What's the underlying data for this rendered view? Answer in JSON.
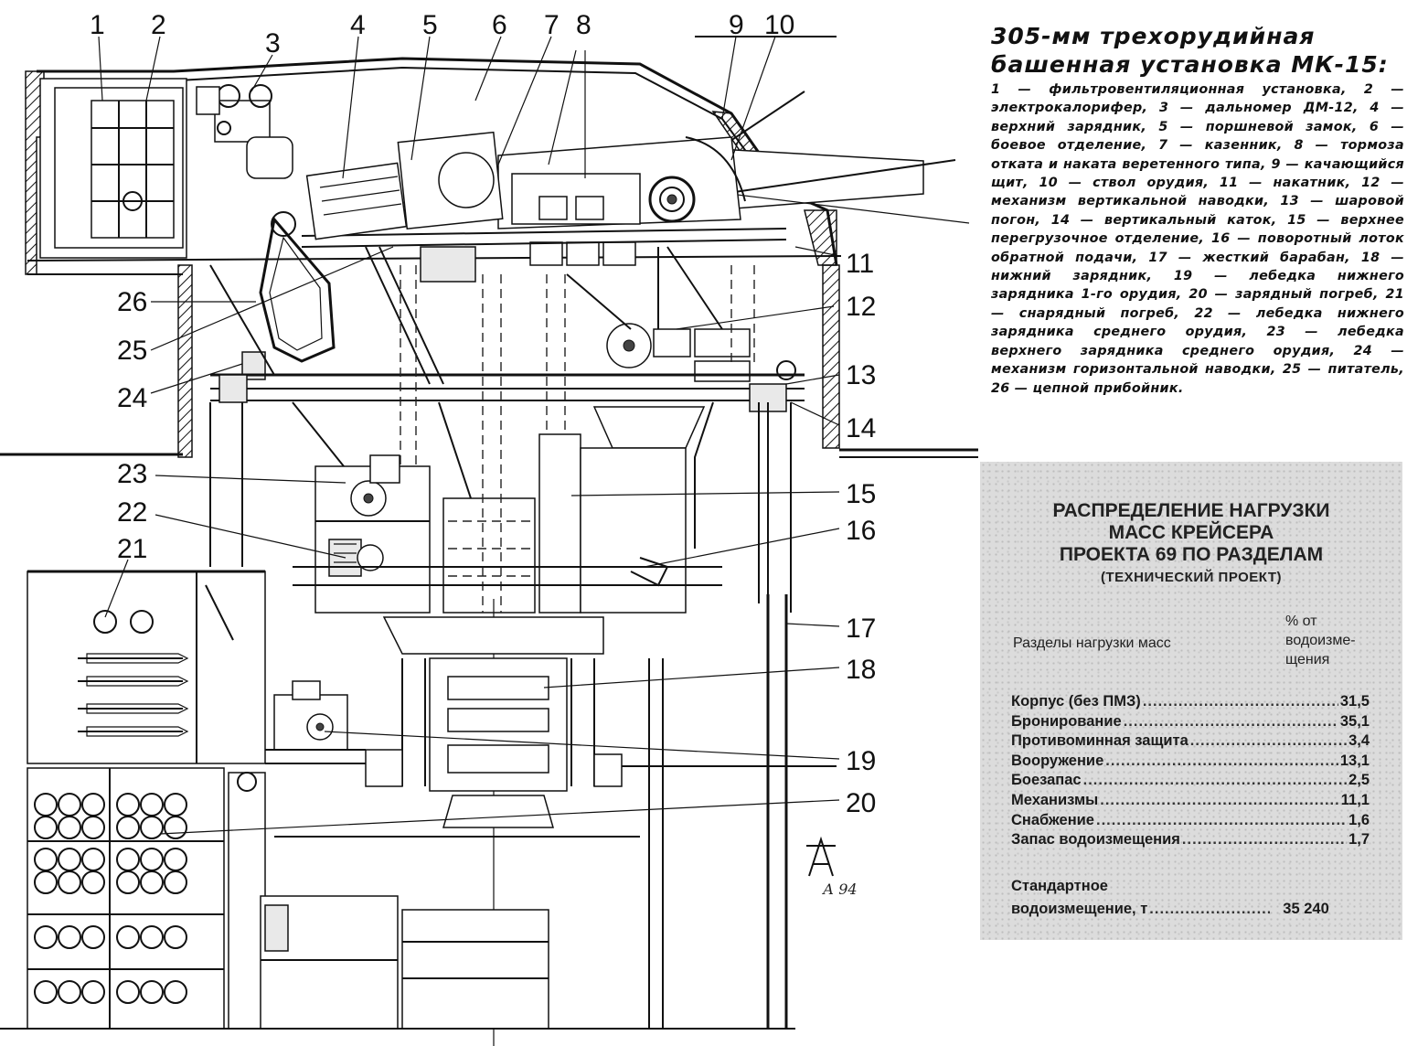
{
  "diagram": {
    "callouts": [
      "1",
      "2",
      "3",
      "4",
      "5",
      "6",
      "7",
      "8",
      "9",
      "10",
      "11",
      "12",
      "13",
      "14",
      "15",
      "16",
      "17",
      "18",
      "19",
      "20",
      "21",
      "22",
      "23",
      "24",
      "25",
      "26"
    ],
    "signature": "А 94"
  },
  "caption": {
    "title_line1": "305-мм трехорудийная",
    "title_line2": "башенная установка МК-15:",
    "text": "1 — фильтровентиляционная установка, 2 — электрокалорифер, 3 — дальномер ДМ-12, 4 — верхний зарядник, 5 — поршневой замок, 6 — боевое отделение, 7 — казенник, 8 — тормоза отката и наката веретенного типа, 9 — качающийся щит, 10 — ствол орудия, 11 — накатник, 12 — механизм вертикальной наводки, 13 — шаровой погон, 14 — вертикальный каток, 15 — верхнее перегрузочное отделение, 16 — поворотный лоток обратной подачи, 17 — жесткий барабан, 18 — нижний зарядник, 19 — лебедка нижнего зарядника 1-го орудия, 20 — зарядный погреб, 21 — снарядный погреб, 22 — лебедка нижнего зарядника среднего орудия, 23 — лебедка верхнего зарядника среднего орудия, 24 — механизм горизонтальной наводки, 25 — питатель, 26 — цепной прибойник."
  },
  "table": {
    "title_line1": "РАСПРЕДЕЛЕНИЕ НАГРУЗКИ",
    "title_line2": "МАСС КРЕЙСЕРА",
    "title_line3": "ПРОЕКТА 69 ПО РАЗДЕЛАМ",
    "subtitle": "(ТЕХНИЧЕСКИЙ ПРОЕКТ)",
    "col_section": "Разделы нагрузки масс",
    "col_percent_l1": "% от",
    "col_percent_l2": "водоизме-",
    "col_percent_l3": "щения",
    "rows": [
      {
        "label": "Корпус (без ПМЗ)",
        "value": "31,5"
      },
      {
        "label": "Бронирование",
        "value": "35,1"
      },
      {
        "label": "Противоминная защита",
        "value": "3,4"
      },
      {
        "label": "Вооружение",
        "value": "13,1"
      },
      {
        "label": "Боезапас",
        "value": "2,5"
      },
      {
        "label": "Механизмы",
        "value": "11,1"
      },
      {
        "label": "Снабжение",
        "value": "1,6"
      },
      {
        "label": "Запас водоизмещения",
        "value": "1,7"
      }
    ],
    "standard_label_l1": "Стандартное",
    "standard_label_l2": "водоизмещение, т",
    "standard_value": "35 240"
  }
}
